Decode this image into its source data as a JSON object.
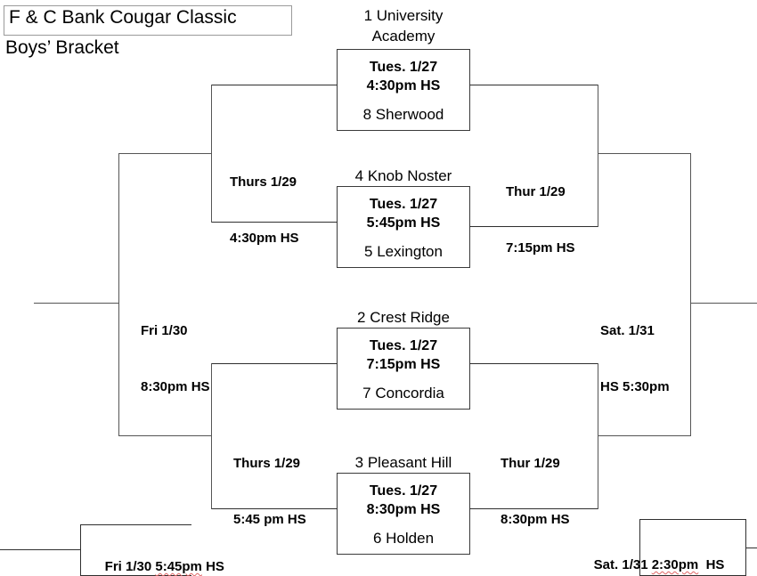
{
  "header": {
    "title": "F & C Bank Cougar Classic",
    "subtitle": "Boys’ Bracket"
  },
  "games": [
    {
      "id": "game-1",
      "top_seed": "1 University",
      "top_seed_line2": "Academy",
      "date": "Tues. 1/27",
      "time": "4:30pm HS",
      "bottom_seed": "8 Sherwood"
    },
    {
      "id": "game-2",
      "top_seed": "4 Knob Noster",
      "top_seed_line2": "",
      "date": "Tues. 1/27",
      "time": "5:45pm HS",
      "bottom_seed": "5 Lexington"
    },
    {
      "id": "game-3",
      "top_seed": "2 Crest Ridge",
      "top_seed_line2": "",
      "date": "Tues. 1/27",
      "time": "7:15pm HS",
      "bottom_seed": "7 Concordia"
    },
    {
      "id": "game-4",
      "top_seed": "3 Pleasant Hill",
      "top_seed_line2": "",
      "date": "Tues. 1/27",
      "time": "8:30pm HS",
      "bottom_seed": "6 Holden"
    }
  ],
  "rounds": {
    "semi_left_top": {
      "date": "Thurs 1/29",
      "time": "4:30pm HS"
    },
    "semi_left_bottom": {
      "date": "Thurs 1/29",
      "time": "5:45 pm HS"
    },
    "semi_right_top": {
      "date": "Thur 1/29",
      "time": "7:15pm HS"
    },
    "semi_right_bottom": {
      "date": "Thur 1/29",
      "time": "8:30pm HS"
    },
    "final_left": {
      "date": "Fri 1/30",
      "time": "8:30pm HS"
    },
    "final_right": {
      "date": "Sat. 1/31",
      "time": "HS 5:30pm"
    }
  },
  "consolation": {
    "bottom_left": "Fri 1/30 5:45pm HS",
    "bottom_left_prefix": "Fri 1/30 ",
    "bottom_left_flagged": "5:45pm",
    "bottom_left_suffix": " HS",
    "bottom_right_prefix": "Sat. 1/31 ",
    "bottom_right_flagged": "2:30pm",
    "bottom_right_suffix": "  HS"
  },
  "colors": {
    "line": "#555555",
    "box_border": "#3a3a3a",
    "title_border": "#9a9a9a",
    "text": "#000000",
    "spellcheck_underline": "#e06666"
  }
}
